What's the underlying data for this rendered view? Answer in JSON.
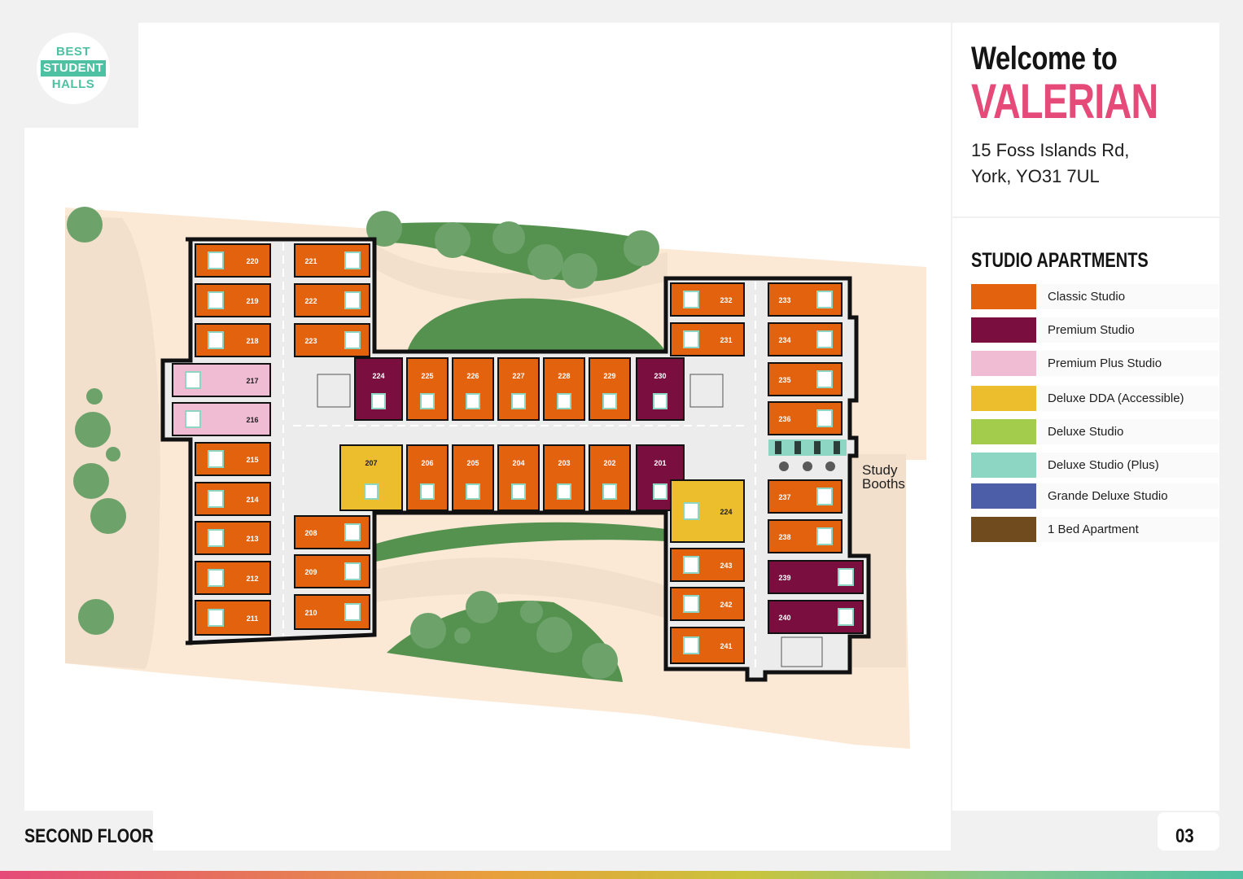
{
  "brand": {
    "line1": "BEST",
    "line2": "STUDENT",
    "line3": "HALLS",
    "color": "#4fc1a3"
  },
  "header": {
    "welcome": "Welcome to",
    "name": "VALERIAN",
    "address_line1": "15 Foss Islands Rd,",
    "address_line2": "York, YO31 7UL"
  },
  "legend": {
    "title": "STUDIO APARTMENTS",
    "items": [
      {
        "label": "Classic Studio",
        "color": "#e3620e"
      },
      {
        "label": "Premium Studio",
        "color": "#7a0f3f"
      },
      {
        "label": "Premium Plus Studio",
        "color": "#f0bcd4"
      },
      {
        "label": "Deluxe DDA (Accessible)",
        "color": "#ecbd2d"
      },
      {
        "label": "Deluxe Studio",
        "color": "#a3cc4c"
      },
      {
        "label": "Deluxe Studio (Plus)",
        "color": "#8dd6c4"
      },
      {
        "label": "Grande Deluxe Studio",
        "color": "#4d5ea8"
      },
      {
        "label": "1 Bed Apartment",
        "color": "#704b1e"
      }
    ]
  },
  "map": {
    "study_booths_line1": "Study",
    "study_booths_line2": "Booths",
    "colors": {
      "ground": "#fbe9d6",
      "path": "#f2dfcc",
      "grass": "#55924f",
      "tree": "#6da36a",
      "corridor": "#ececec",
      "wall": "#111111"
    },
    "rooms": [
      {
        "n": "220",
        "t": "classic"
      },
      {
        "n": "219",
        "t": "classic"
      },
      {
        "n": "218",
        "t": "classic"
      },
      {
        "n": "217",
        "t": "premium-plus"
      },
      {
        "n": "216",
        "t": "premium-plus"
      },
      {
        "n": "215",
        "t": "classic"
      },
      {
        "n": "214",
        "t": "classic"
      },
      {
        "n": "213",
        "t": "classic"
      },
      {
        "n": "212",
        "t": "classic"
      },
      {
        "n": "211",
        "t": "classic"
      },
      {
        "n": "221",
        "t": "classic"
      },
      {
        "n": "222",
        "t": "classic"
      },
      {
        "n": "223",
        "t": "classic"
      },
      {
        "n": "208",
        "t": "classic"
      },
      {
        "n": "209",
        "t": "classic"
      },
      {
        "n": "210",
        "t": "classic"
      },
      {
        "n": "224",
        "t": "premium"
      },
      {
        "n": "225",
        "t": "classic"
      },
      {
        "n": "226",
        "t": "classic"
      },
      {
        "n": "227",
        "t": "classic"
      },
      {
        "n": "228",
        "t": "classic"
      },
      {
        "n": "229",
        "t": "classic"
      },
      {
        "n": "230",
        "t": "premium"
      },
      {
        "n": "207",
        "t": "dda"
      },
      {
        "n": "206",
        "t": "classic"
      },
      {
        "n": "205",
        "t": "classic"
      },
      {
        "n": "204",
        "t": "classic"
      },
      {
        "n": "203",
        "t": "classic"
      },
      {
        "n": "202",
        "t": "classic"
      },
      {
        "n": "201",
        "t": "premium"
      },
      {
        "n": "232",
        "t": "classic"
      },
      {
        "n": "231",
        "t": "classic"
      },
      {
        "n": "224",
        "t": "dda"
      },
      {
        "n": "243",
        "t": "classic"
      },
      {
        "n": "242",
        "t": "classic"
      },
      {
        "n": "241",
        "t": "classic"
      },
      {
        "n": "233",
        "t": "classic"
      },
      {
        "n": "234",
        "t": "classic"
      },
      {
        "n": "235",
        "t": "classic"
      },
      {
        "n": "236",
        "t": "classic"
      },
      {
        "n": "237",
        "t": "classic"
      },
      {
        "n": "238",
        "t": "classic"
      },
      {
        "n": "239",
        "t": "premium"
      },
      {
        "n": "240",
        "t": "premium"
      }
    ]
  },
  "footer": {
    "floor": "SECOND FLOOR",
    "page": "03"
  }
}
